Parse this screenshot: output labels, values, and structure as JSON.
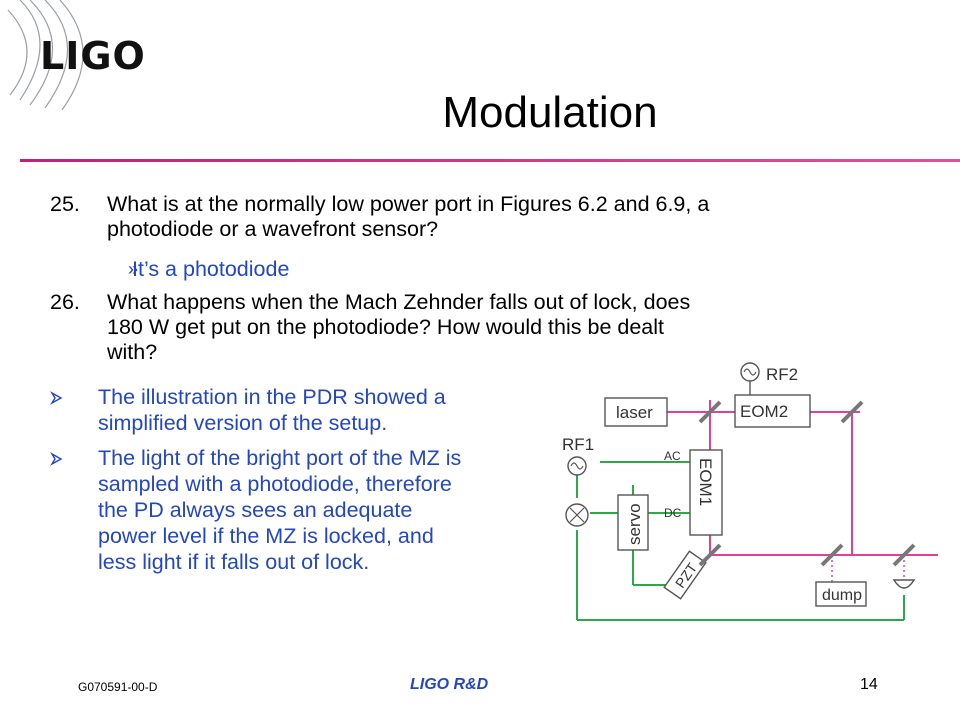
{
  "logo": {
    "text": "LIGO"
  },
  "title": "Modulation",
  "q25": {
    "number": "25.",
    "lines": [
      "What is at the normally low power port in Figures 6.2 and 6.9, a",
      "photodiode or a wavefront sensor?"
    ],
    "answer_marker": "»",
    "answer": "It’s a photodiode"
  },
  "q26": {
    "number": "26.",
    "lines": [
      "What happens when the Mach Zehnder falls out of lock, does",
      "180 W get put on the photodiode? How would this be dealt",
      "with?"
    ]
  },
  "bullets": [
    {
      "lines": [
        "The illustration in the PDR showed a",
        "simplified version of the setup."
      ]
    },
    {
      "lines": [
        "The light of the bright port of the MZ is",
        "sampled with a photodiode, therefore",
        "the PD always sees an adequate",
        "power level if the MZ is locked, and",
        "less light if it falls out of lock."
      ]
    }
  ],
  "diagram": {
    "labels": {
      "rf2": "RF2",
      "rf1": "RF1",
      "laser": "laser",
      "eom2": "EOM2",
      "eom1": "EOM1",
      "servo": "servo",
      "pzt": "PZT",
      "dump": "dump",
      "ac": "AC",
      "dc": "DC"
    },
    "colors": {
      "beam": "#e0409a",
      "signal": "#2fa84a",
      "box": "#555555"
    }
  },
  "footer": {
    "doc_id": "G070591-00-D",
    "center": "LIGO R&D",
    "page": "14"
  }
}
